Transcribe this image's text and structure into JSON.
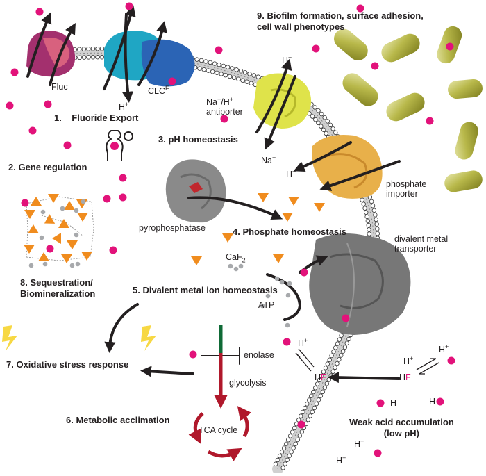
{
  "labels": {
    "fluc": "Fluc",
    "clc": "CLC",
    "clc_sup": "F",
    "h_plus_top": "H",
    "h_plus_clc": "H",
    "antiporter_line1": "Na",
    "antiporter_line1_rest": "/H",
    "antiporter_line2": "antiporter",
    "na_plus": "Na",
    "h_plus_phos": "H",
    "phosphate_importer_1": "phosphate",
    "phosphate_importer_2": "importer",
    "pyrophosphatase": "pyrophosphatase",
    "divalent_1": "divalent metal",
    "divalent_2": "transporter",
    "caf2": "CaF",
    "caf2_sub": "2",
    "atp": "ATP",
    "enolase": "enolase",
    "glycolysis": "glycolysis",
    "tca": "TCA cycle",
    "h_plus_1": "H",
    "h_plus_2": "H",
    "h_plus_3": "H",
    "h_plus_4": "H",
    "h_plus_5": "H",
    "hf_in_h": "H",
    "hf_in_f": "F",
    "hf_out_h": "H",
    "hf_out_f": "F",
    "h_a": "H",
    "h_b": "H",
    "plus": "+"
  },
  "steps": {
    "s1_num": "1.",
    "s1": "Fluoride Export",
    "s2": "2. Gene regulation",
    "s3": "3. pH homeostasis",
    "s4": "4. Phosphate homeostasis",
    "s5": "5. Divalent metal ion homeostasis",
    "s6": "6. Metabolic acclimation",
    "s7": "7. Oxidative stress response",
    "s8_1": "8. Sequestration/",
    "s8_2": "Biomineralization",
    "s9_1": "9. Biofilm formation, surface adhesion,",
    "s9_2": "cell wall phenotypes",
    "weak_1": "Weak acid accumulation",
    "weak_2": "(low pH)"
  },
  "colors": {
    "fluoride": "#e2127a",
    "fluc": "#a3306e",
    "clc_a": "#1fa6c4",
    "clc_b": "#2b64b5",
    "antiporter": "#dfe34a",
    "importer": "#e8b04a",
    "metal_transporter": "#777777",
    "pyrophosphatase": "#8a8a8a",
    "phosphate": "#f08c1e",
    "bacteria": "#b3b34a",
    "tca": "#b0182b",
    "glycolysis_green": "#0f6a36",
    "lightning": "#f7d843"
  }
}
